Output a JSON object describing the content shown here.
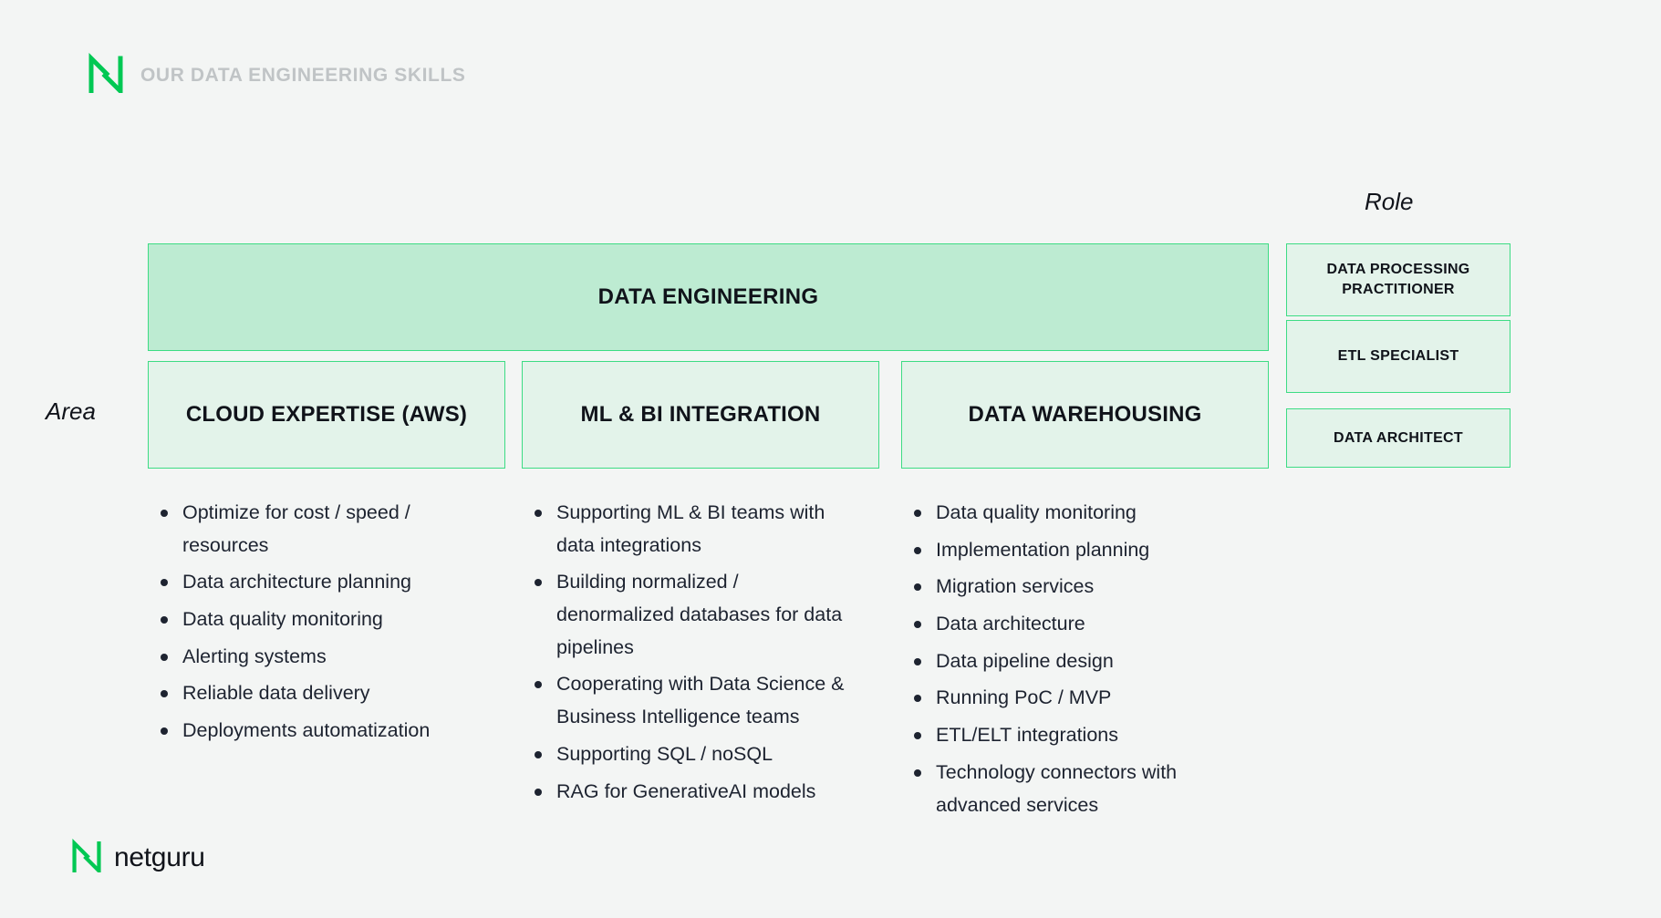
{
  "page": {
    "background_color": "#f3f5f4",
    "accent_color": "#3ddc84",
    "box_fill_strong": "#bdebd2",
    "box_fill_light": "#e3f3ea",
    "text_color": "#1d2330"
  },
  "header": {
    "logo_name": "netguru-logo-mark",
    "title": "Our Data Engineering Skills"
  },
  "axes": {
    "role_label": "Role",
    "area_label": "Area"
  },
  "main": {
    "title": "DATA ENGINEERING"
  },
  "areas": [
    {
      "title": "CLOUD EXPERTISE (AWS)",
      "items": [
        "Optimize for cost / speed / resources",
        "Data architecture planning",
        "Data quality monitoring",
        "Alerting systems",
        "Reliable data delivery",
        "Deployments automatization"
      ]
    },
    {
      "title": "ML & BI INTEGRATION",
      "items": [
        "Supporting ML & BI teams with data integrations",
        "Building normalized / denormalized databases for data pipelines",
        "Cooperating with Data Science & Business Intelligence teams",
        "Supporting SQL / noSQL",
        "RAG for GenerativeAI models"
      ]
    },
    {
      "title": "DATA WAREHOUSING",
      "items": [
        "Data quality monitoring",
        "Implementation planning",
        "Migration services",
        "Data architecture",
        "Data pipeline design",
        "Running PoC / MVP",
        "ETL/ELT integrations",
        "Technology connectors with advanced services"
      ]
    }
  ],
  "roles": [
    {
      "title": "DATA PROCESSING PRACTITIONER"
    },
    {
      "title": "ETL SPECIALIST"
    },
    {
      "title": "DATA ARCHITECT"
    }
  ],
  "footer": {
    "logo_name": "netguru-logo-mark",
    "wordmark": "netguru"
  }
}
